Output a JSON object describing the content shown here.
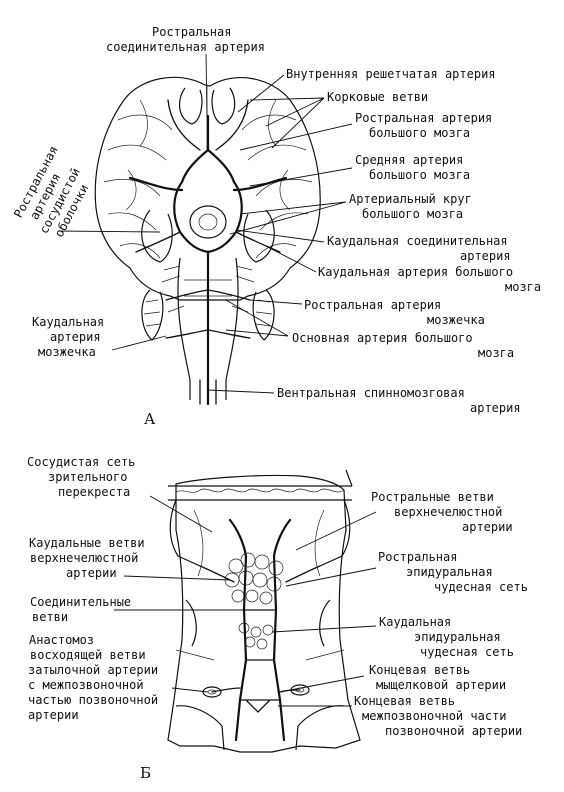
{
  "panel_a": {
    "letter": "А",
    "labels": {
      "rostral_communicating_1": "Ростральная",
      "rostral_communicating_2": "соединительная артерия",
      "internal_ethmoidal": "Внутренняя решетчатая артерия",
      "cortical": "Корковые ветви",
      "rostral_cerebral_1": "Ростральная артерия",
      "rostral_cerebral_2": "большого мозга",
      "middle_cerebral_1": "Средняя артерия",
      "middle_cerebral_2": "большого мозга",
      "circle_1": "Артериальный круг",
      "circle_2": "большого мозга",
      "caudal_communicating_1": "Каудальная соединительная",
      "caudal_communicating_2": "артерия",
      "caudal_cerebral_1": "Каудальная артерия большого",
      "caudal_cerebral_2": "мозга",
      "rostral_cerebellar_1": "Ростральная артерия",
      "rostral_cerebellar_2": "мозжечка",
      "basilar_1": "Основная артерия большого",
      "basilar_2": "мозга",
      "ventral_spinal_1": "Вентральная спинномозговая",
      "ventral_spinal_2": "артерия",
      "caudal_cerebellar_1": "Каудальная",
      "caudal_cerebellar_2": "артерия",
      "caudal_cerebellar_3": "мозжечка",
      "choroid_1": "Ростральная",
      "choroid_2": "артерия",
      "choroid_3": "сосудистой",
      "choroid_4": "оболочки"
    }
  },
  "panel_b": {
    "letter": "Б",
    "labels": {
      "optic_1": "Сосудистая сеть",
      "optic_2": "зрительного",
      "optic_3": "перекреста",
      "rostral_maxillary_1": "Ростральные ветви",
      "rostral_maxillary_2": "верхнечелюстной",
      "rostral_maxillary_3": "артерии",
      "caudal_maxillary_1": "Каудальные ветви",
      "caudal_maxillary_2": "верхнечелюстной",
      "caudal_maxillary_3": "артерии",
      "rostral_epidural_1": "Ростральная",
      "rostral_epidural_2": "эпидуральная",
      "rostral_epidural_3": "чудесная сеть",
      "connecting_1": "Соединительные",
      "connecting_2": "ветви",
      "caudal_epidural_1": "Каудальная",
      "caudal_epidural_2": "эпидуральная",
      "caudal_epidural_3": "чудесная сеть",
      "anastomosis_1": "Анастомоз",
      "anastomosis_2": "восходящей ветви",
      "anastomosis_3": "затылочной артерии",
      "anastomosis_4": "с межпозвоночной",
      "anastomosis_5": "частью позвоночной",
      "anastomosis_6": "артерии",
      "condylar_1": "Концевая ветвь",
      "condylar_2": "мыщелковой артерии",
      "intervertebral_1": "Концевая ветвь",
      "intervertebral_2": "межпозвоночной части",
      "intervertebral_3": "позвоночной артерии"
    }
  }
}
